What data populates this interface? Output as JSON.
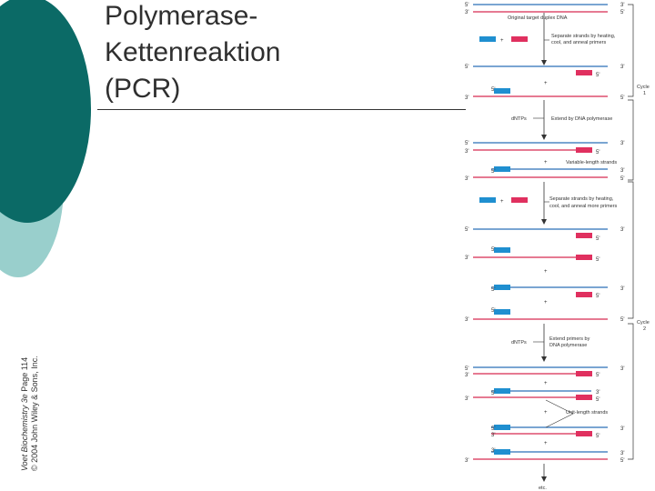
{
  "slide": {
    "title": "Polymerase-\nKettenreaktion\n(PCR)",
    "credit_line1_italic": "Voet Biochemistry 3e",
    "credit_line1_rest": "  Page 114",
    "credit_line2": "© 2004 John Wiley & Sons, Inc."
  },
  "colors": {
    "theme_dark": "#0b6a66",
    "theme_light": "#99cfcc",
    "strand_blue": "#2a6fb6",
    "strand_red": "#d62a52",
    "primer_blue": "#1f8fd0",
    "primer_red": "#e0305f"
  },
  "diagram": {
    "labels": {
      "target": "Original target duplex DNA",
      "sep1_a": "Separate strands by heating,",
      "sep1_b": "cool, and anneal primers",
      "dntps1": "dNTPs",
      "extend": "Extend by DNA polymerase",
      "variable": "Variable-length strands",
      "sep2_a": "Separate strands by heating,",
      "sep2_b": "cool, and anneal more primers",
      "dntps2": "dNTPs",
      "ext2_a": "Extend primers by",
      "ext2_b": "DNA polymerase",
      "unit": "Unit-length strands",
      "etc": "etc.",
      "cycle1_a": "Cycle",
      "cycle1_b": "1",
      "cycle2_a": "Cycle",
      "cycle2_b": "2",
      "p3": "3'",
      "p5": "5'",
      "plus": "+"
    }
  }
}
